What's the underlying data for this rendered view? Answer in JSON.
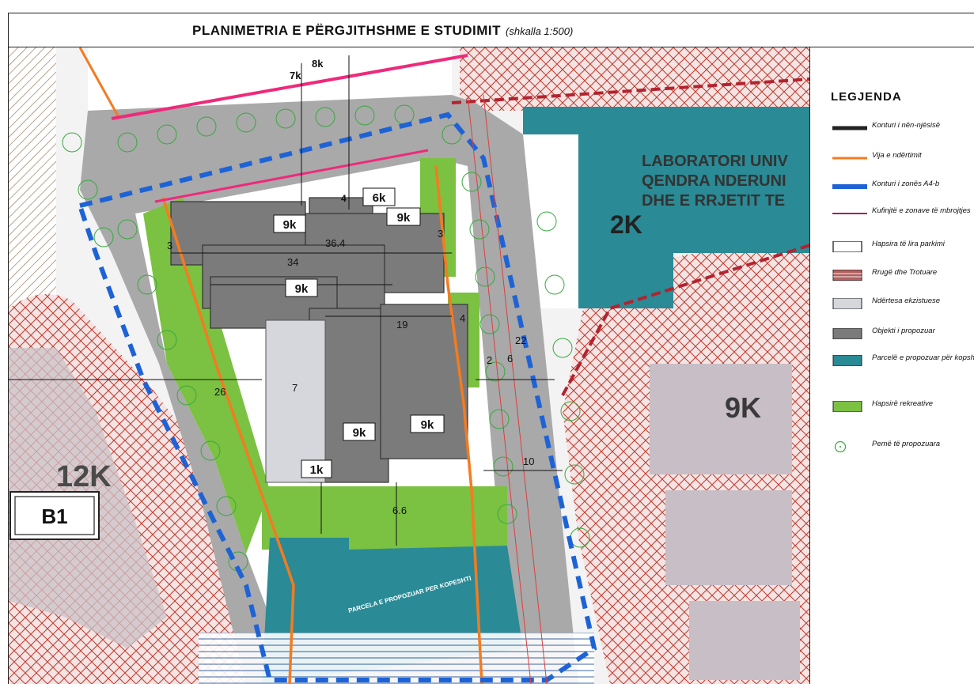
{
  "title": {
    "main": "PLANIMETRIA E PËRGJITHSHME E STUDIMIT",
    "scale": "(shkalla 1:500)"
  },
  "legend": {
    "heading": "LEGJENDA",
    "items": [
      {
        "key": "kontur-nen-njesise",
        "label": "Konturi i nën-njësisë",
        "symbol": "thick-black-line"
      },
      {
        "key": "vija-ndertimit",
        "label": "Vija e ndërtimit",
        "symbol": "orange-line"
      },
      {
        "key": "kontur-zones",
        "label": "Konturi i zonës A4-b",
        "symbol": "thick-blue-line"
      },
      {
        "key": "kufinjte-zonave",
        "label": "Kufinjtë e zonave të mbrojtjes",
        "symbol": "thin-red-line"
      },
      {
        "key": "hapesira-parkimi",
        "label": "Hapsira të lira parkimi",
        "symbol": "white-box"
      },
      {
        "key": "rruge-trotuare",
        "label": "Rrugë dhe Trotuare",
        "symbol": "hatched-box"
      },
      {
        "key": "ndertesa-ekzistuese",
        "label": "Ndërtesa ekzistuese",
        "symbol": "lightgray-box"
      },
      {
        "key": "objekt-propozuar",
        "label": "Objekti i propozuar",
        "symbol": "gray-box"
      },
      {
        "key": "parcela-perbashket",
        "label": "Parcelë e propozuar për kopshtin",
        "symbol": "teal-box"
      },
      {
        "key": "hapesira-rekreative",
        "label": "Hapsirë rekreative",
        "symbol": "green-box"
      },
      {
        "key": "pemet-propozuara",
        "label": "Pemë të propozuara",
        "symbol": "tree-circle"
      }
    ]
  },
  "map": {
    "labels": {
      "lab_line1": "LABORATORI UNIV",
      "lab_line2": "QENDRA NDERUNI",
      "lab_line3": "DHE E RRJETIT TE",
      "zone_2k": "2K",
      "zone_9k": "9K",
      "zone_12k": "12K",
      "block_b1": "B1",
      "bldg_9k_a": "9k",
      "bldg_9k_b": "9k",
      "bldg_9k_c": "9k",
      "bldg_9k_d": "9k",
      "bldg_9k_e": "9k",
      "bldg_6k": "6k",
      "bldg_1k": "1k",
      "bldg_7k": "7k",
      "bldg_8k": "8k",
      "bldg_4": "4",
      "parcel": "PARCELA E PROPOZUAR PER KOPESHTI",
      "dims": {
        "d36_4": "36.4",
        "d34": "34",
        "d19": "19",
        "d26": "26",
        "d22": "22",
        "d10": "10",
        "d7": "7",
        "d6": "6",
        "d4": "4",
        "d3a": "3",
        "d3b": "3",
        "d2": "2",
        "d6_6": "6.6"
      }
    }
  }
}
